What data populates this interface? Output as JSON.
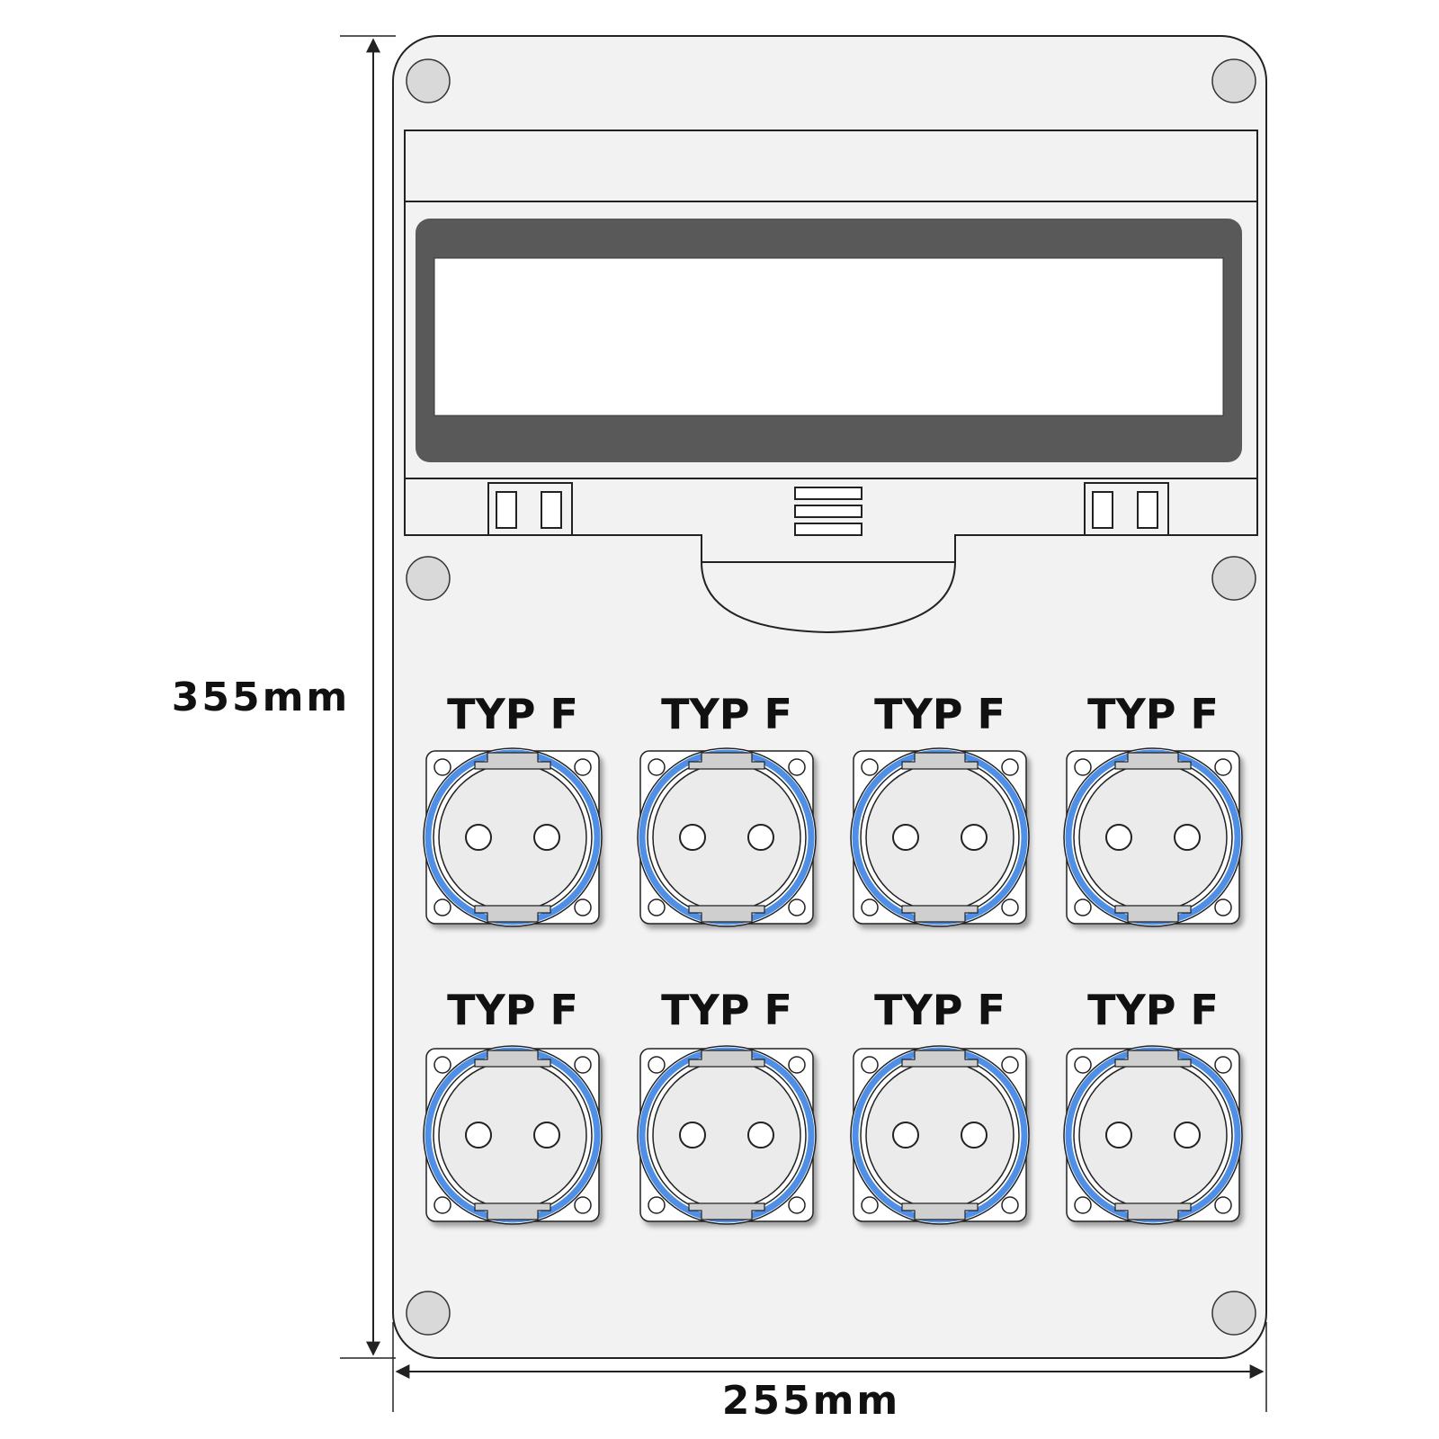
{
  "dimensions": {
    "height_label": "355mm",
    "width_label": "255mm"
  },
  "sockets": [
    {
      "label": "TYP F"
    },
    {
      "label": "TYP F"
    },
    {
      "label": "TYP F"
    },
    {
      "label": "TYP F"
    },
    {
      "label": "TYP F"
    },
    {
      "label": "TYP F"
    },
    {
      "label": "TYP F"
    },
    {
      "label": "TYP F"
    }
  ],
  "colors": {
    "panel": "#f2f2f2",
    "outline": "#222222",
    "screw": "#d9d9d9",
    "display_bezel": "#595959",
    "display_window": "#ffffff",
    "socket_ring": "#4f8fe6",
    "socket_body": "#ebebeb",
    "socket_clip": "#cfcfcf"
  }
}
